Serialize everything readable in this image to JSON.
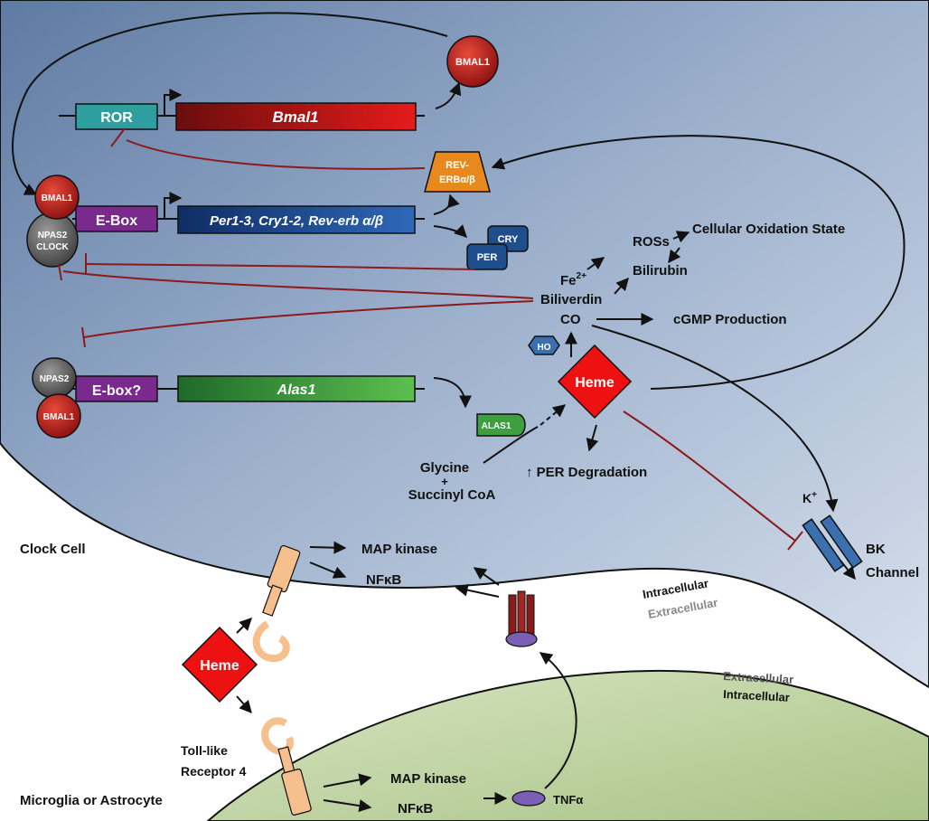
{
  "labels": {
    "bmal1_top": "BMAL1",
    "ror": "ROR",
    "bmal1_gene": "Bmal1",
    "reverb_line1": "REV-",
    "reverb_line2": "ERBα/β",
    "bmal1_left": "BMAL1",
    "npas2_clock_1": "NPAS2",
    "npas2_clock_2": "CLOCK",
    "ebox": "E-Box",
    "per_cry_gene": "Per1-3, Cry1-2, Rev-erb α/β",
    "cry": "CRY",
    "per": "PER",
    "ross": "ROSs",
    "cellular_oxidation": "Cellular Oxidation State",
    "fe2": "Fe",
    "fe2_sup": "2+",
    "bilirubin": "Bilirubin",
    "biliverdin": "Biliverdin",
    "co": "CO",
    "cgmp": "cGMP Production",
    "ho": "HO",
    "heme_center": "Heme",
    "npas2_lower": "NPAS2",
    "ebox_q": "E-box?",
    "bmal1_lower": "BMAL1",
    "alas1_gene": "Alas1",
    "alas1_protein": "ALAS1",
    "glycine": "Glycine",
    "plus": "+",
    "succinyl": "Succinyl CoA",
    "per_degradation": "↑ PER Degradation",
    "k_plus": "K",
    "k_plus_sup": "+",
    "bk_1": "BK",
    "bk_2": "Channel",
    "clock_cell": "Clock Cell",
    "map_kinase_top": "MAP kinase",
    "nfkb_top": "NFκB",
    "intracellular_top": "Intracellular",
    "extracellular_top": "Extracellular",
    "heme_lower": "Heme",
    "extracellular_bottom": "Extracellular",
    "intracellular_bottom": "Intracellular",
    "tlr_1": "Toll-like",
    "tlr_2": "Receptor 4",
    "microglia": "Microglia or Astrocyte",
    "map_kinase_bottom": "MAP kinase",
    "nfkb_bottom": "NFκB",
    "tnf": "TNFα"
  },
  "colors": {
    "clock_cell_fill": "#8fa5c3",
    "microglia_fill": "#c5d7a8",
    "red_gene": "#b81e1e",
    "teal_ror": "#2f9e9e",
    "purple_ebox": "#7a2a8c",
    "blue_gene": "#1f4e8c",
    "green_gene": "#3f9e3f",
    "orange_reverb": "#e8891f",
    "heme_red": "#ee1111",
    "receptor_tan": "#f5c08e",
    "channel_blue": "#3a6fb0"
  }
}
